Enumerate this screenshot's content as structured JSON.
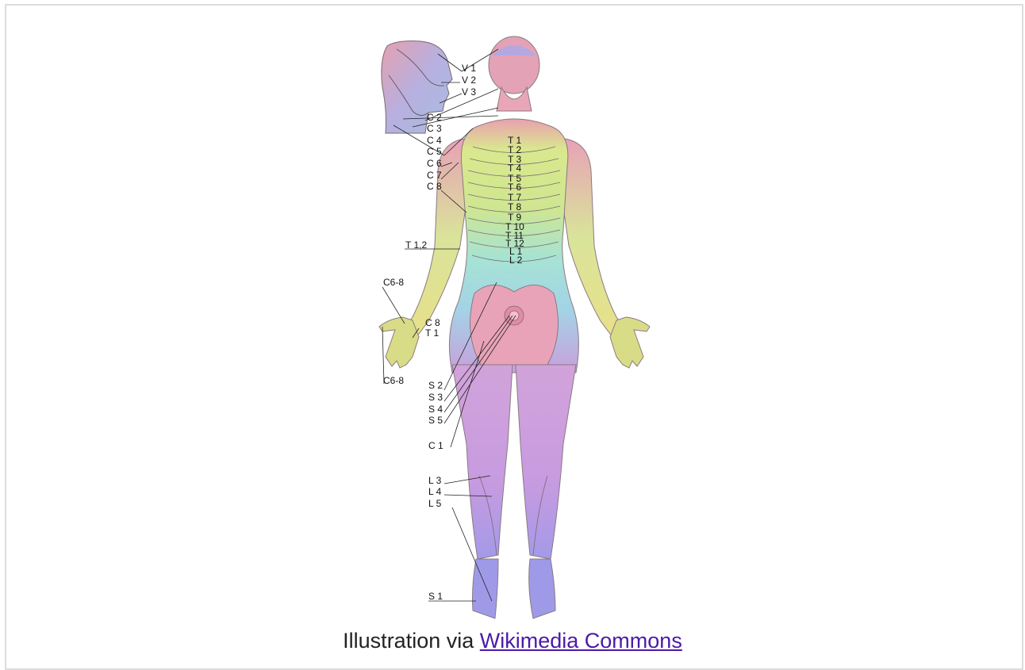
{
  "caption": {
    "prefix": "Illustration via",
    "link_text": "Wikimedia Commons"
  },
  "diagram": {
    "head_labels": [
      "V 1",
      "V 2",
      "V 3"
    ],
    "neck_labels": [
      "C 2",
      "C 3",
      "C 4",
      "C 5"
    ],
    "arm_labels": [
      "C 6",
      "C 7",
      "C 8"
    ],
    "thoracic_labels": [
      "T 1",
      "T 2",
      "T 3",
      "T 4",
      "T 5",
      "T 6",
      "T 7",
      "T 8",
      "T 9",
      "T 10",
      "T 11",
      "T 12",
      "L 1",
      "L 2"
    ],
    "t12_label": "T 1,2",
    "hand_labels": [
      "C6-8",
      "C 8",
      "T 1",
      "C6-8"
    ],
    "sacral_labels": [
      "S 2",
      "S 3",
      "S 4",
      "S 5",
      "C 1"
    ],
    "leg_labels": [
      "L 3",
      "L 4",
      "L 5"
    ],
    "foot_label": "S 1"
  },
  "colors": {
    "pink": "#e8a3b3",
    "green": "#c7e58c",
    "cyan": "#a8e2d8",
    "violet": "#c99ad9",
    "blue": "#9a9ae8",
    "yellow": "#e6e28c"
  }
}
